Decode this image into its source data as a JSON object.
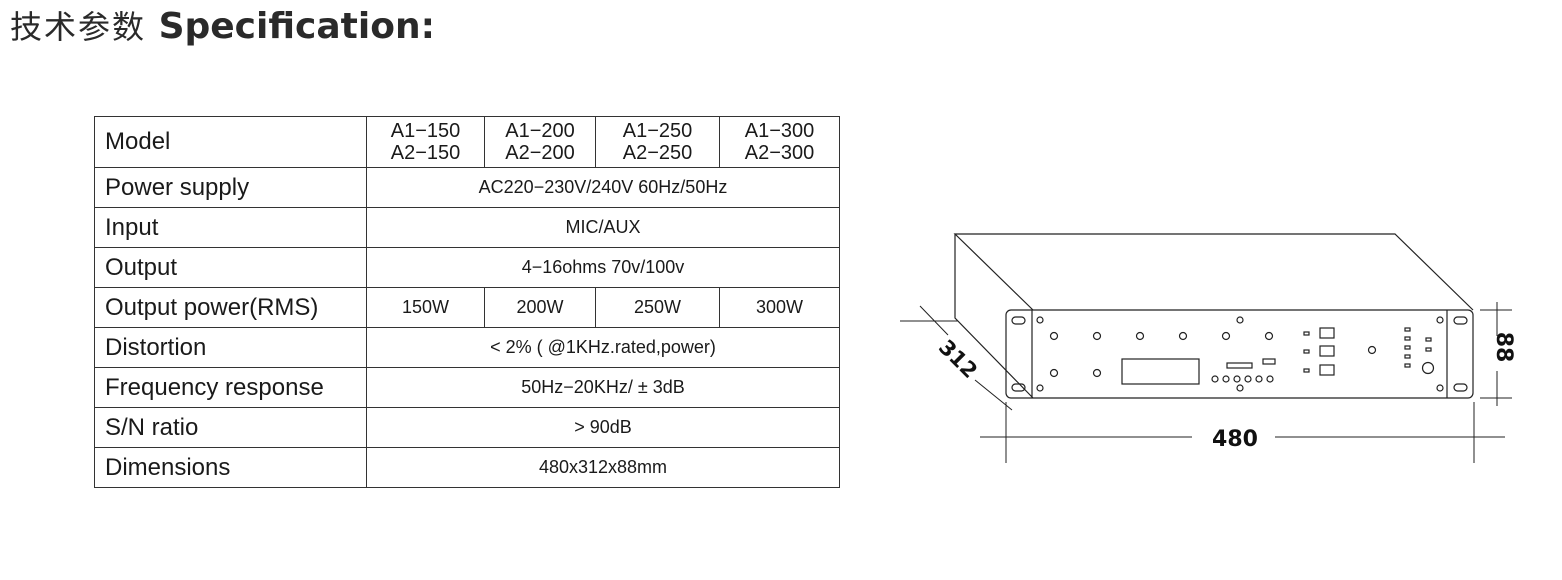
{
  "header": {
    "title_cn": "技术参数",
    "title_en": "Specification:"
  },
  "spec_table": {
    "model_label": "Model",
    "models": [
      {
        "top": "A1−150",
        "bottom": "A2−150"
      },
      {
        "top": "A1−200",
        "bottom": "A2−200"
      },
      {
        "top": "A1−250",
        "bottom": "A2−250"
      },
      {
        "top": "A1−300",
        "bottom": "A2−300"
      }
    ],
    "power_supply": {
      "label": "Power supply",
      "value": "AC220−230V/240V  60Hz/50Hz"
    },
    "input": {
      "label": "Input",
      "value": "MIC/AUX"
    },
    "output": {
      "label": "Output",
      "value": "4−16ohms 70v/100v"
    },
    "output_power": {
      "label": "Output power(RMS)",
      "values": [
        "150W",
        "200W",
        "250W",
        "300W"
      ]
    },
    "distortion": {
      "label": "Distortion",
      "value": "< 2% ( @1KHz.rated,power)"
    },
    "frequency_response": {
      "label": "Frequency response",
      "value": "50Hz−20KHz/ ± 3dB"
    },
    "sn_ratio": {
      "label": "S/N ratio",
      "value": "> 90dB"
    },
    "dimensions": {
      "label": "Dimensions",
      "value": "480x312x88mm"
    }
  },
  "drawing": {
    "width_label": "480",
    "depth_label": "312",
    "height_label": "88"
  }
}
